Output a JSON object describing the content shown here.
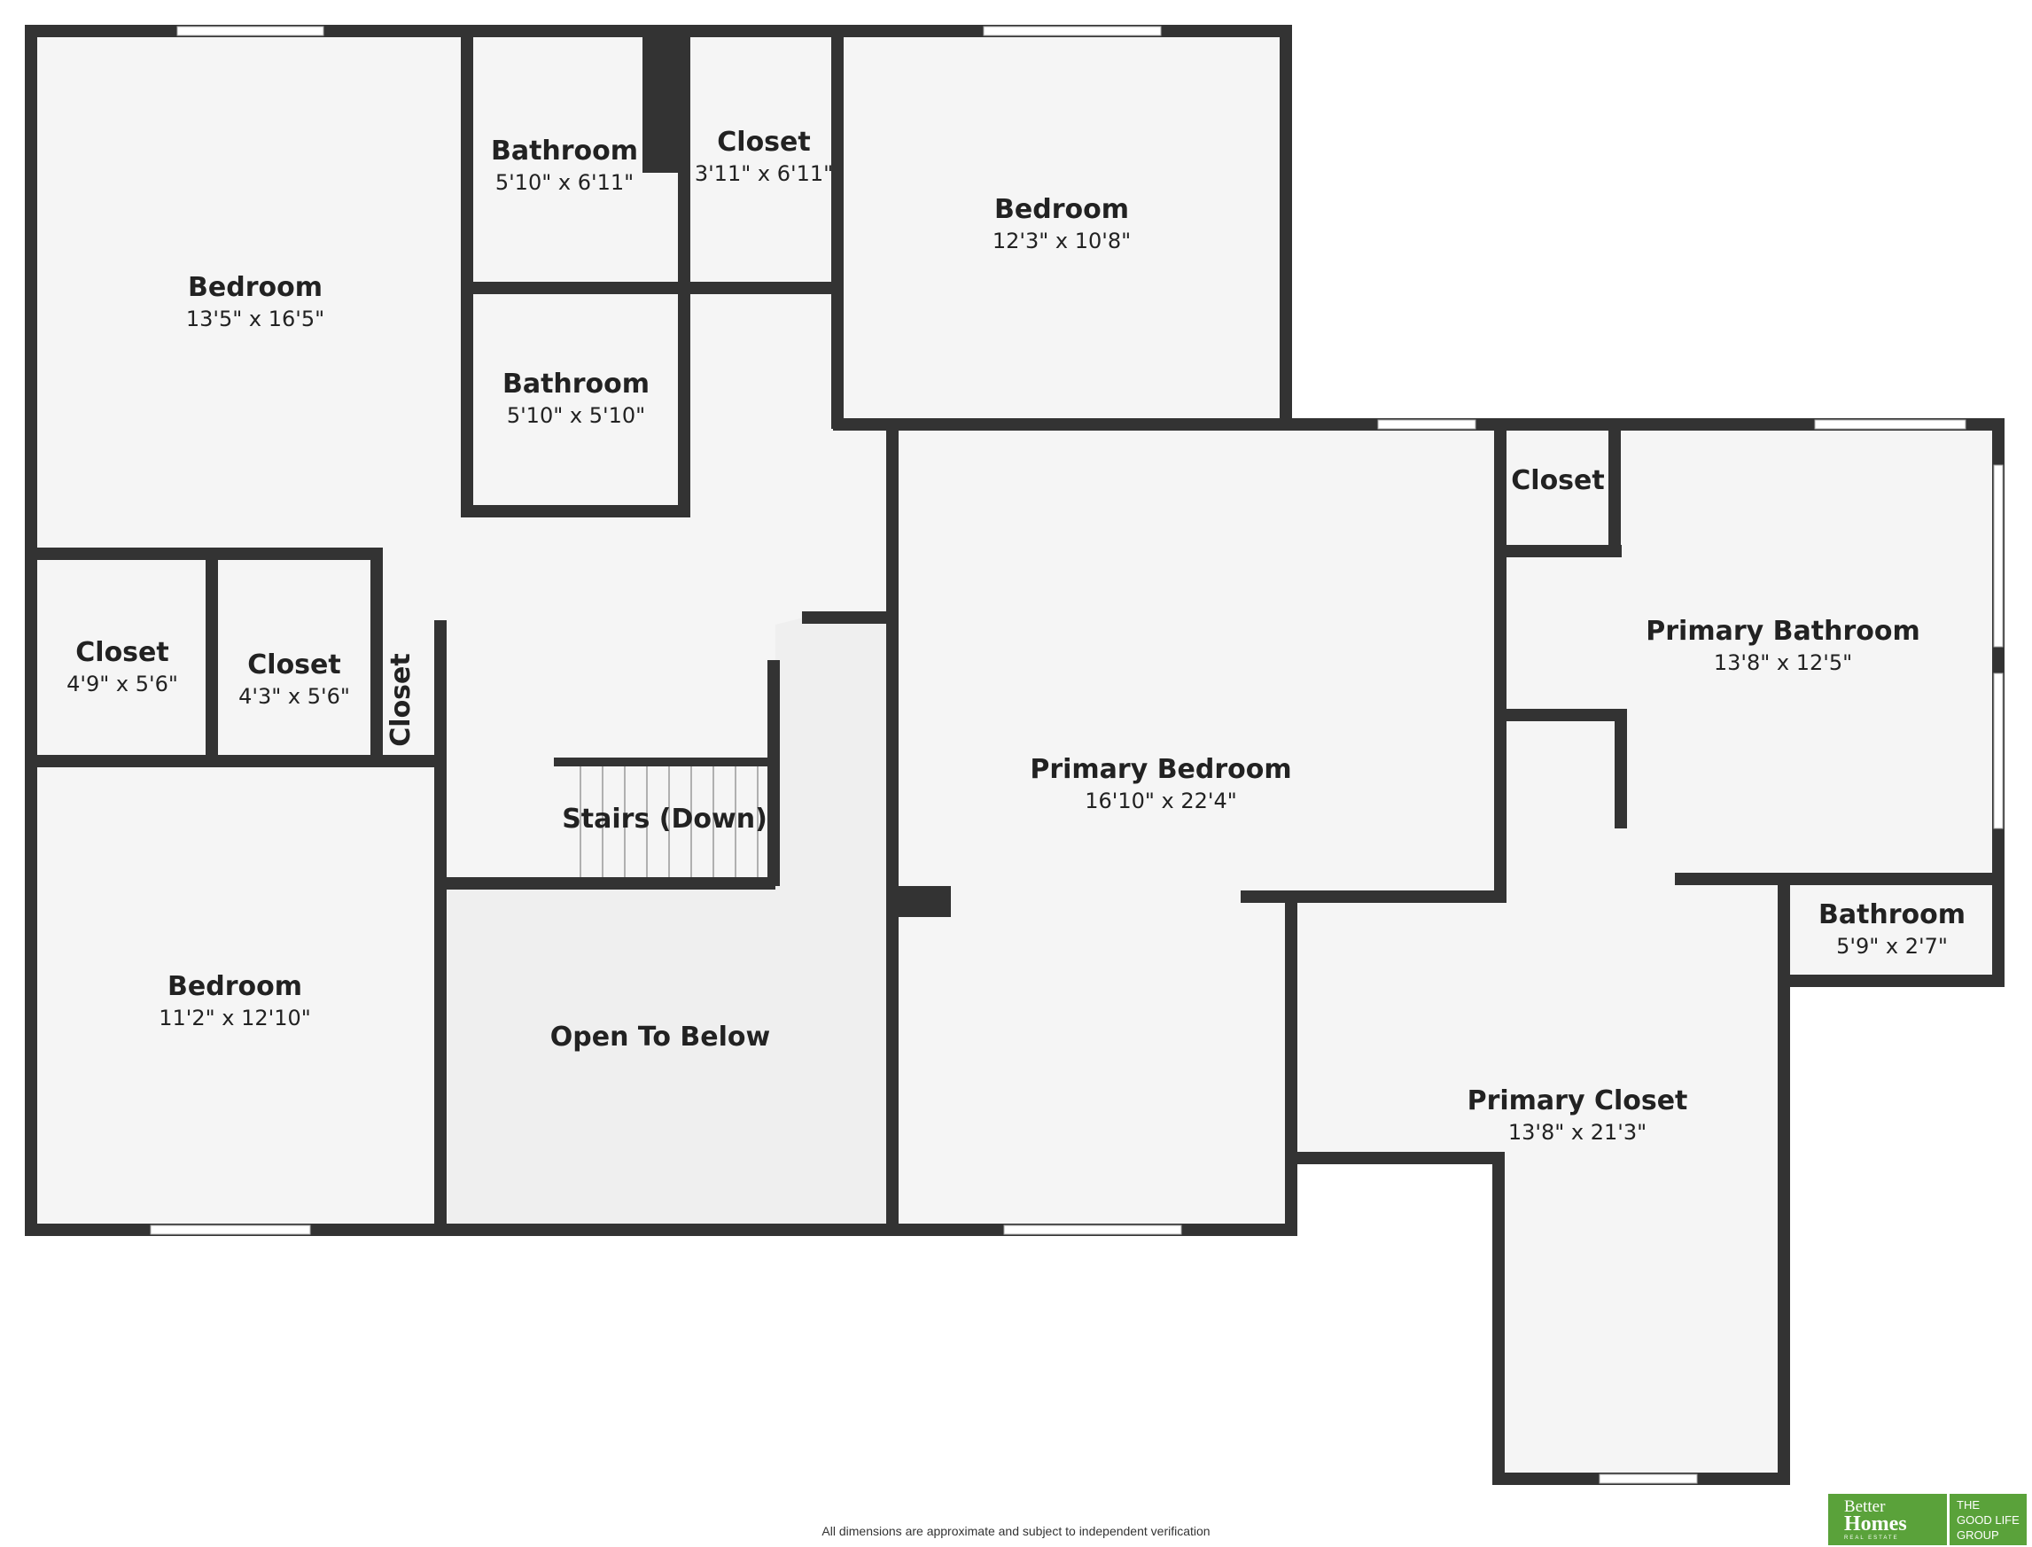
{
  "rooms": {
    "bedroom_nw": {
      "name": "Bedroom",
      "dims": "13'5\" x 16'5\""
    },
    "bathroom_n": {
      "name": "Bathroom",
      "dims": "5'10\" x 6'11\""
    },
    "closet_n": {
      "name": "Closet",
      "dims": "3'11\" x 6'11\""
    },
    "bedroom_ne": {
      "name": "Bedroom",
      "dims": "12'3\" x 10'8\""
    },
    "bathroom_mid": {
      "name": "Bathroom",
      "dims": "5'10\" x 5'10\""
    },
    "closet_w1": {
      "name": "Closet",
      "dims": "4'9\" x 5'6\""
    },
    "closet_w2": {
      "name": "Closet",
      "dims": "4'3\" x 5'6\""
    },
    "closet_w3": {
      "name": "Closet"
    },
    "stairs": {
      "name": "Stairs (Down)"
    },
    "bedroom_sw": {
      "name": "Bedroom",
      "dims": "11'2\" x 12'10\""
    },
    "open_to_below": {
      "name": "Open To Below"
    },
    "primary_bedroom": {
      "name": "Primary Bedroom",
      "dims": "16'10\" x 22'4\""
    },
    "closet_primary": {
      "name": "Closet"
    },
    "primary_bathroom": {
      "name": "Primary Bathroom",
      "dims": "13'8\" x 12'5\""
    },
    "bathroom_small": {
      "name": "Bathroom",
      "dims": "5'9\" x 2'7\""
    },
    "primary_closet": {
      "name": "Primary Closet",
      "dims": "13'8\" x 21'3\""
    }
  },
  "footer": {
    "disclaimer": "All dimensions are approximate and subject to independent verification"
  },
  "logo": {
    "line1": "Better",
    "line2": "Homes",
    "line3": "REAL ESTATE",
    "right1": "THE",
    "right2": "GOOD LIFE",
    "right3": "GROUP"
  },
  "colors": {
    "wall": "#333333",
    "floor": "#f5f5f5",
    "open_area": "#efefef",
    "logo_green": "#5aa23a"
  }
}
